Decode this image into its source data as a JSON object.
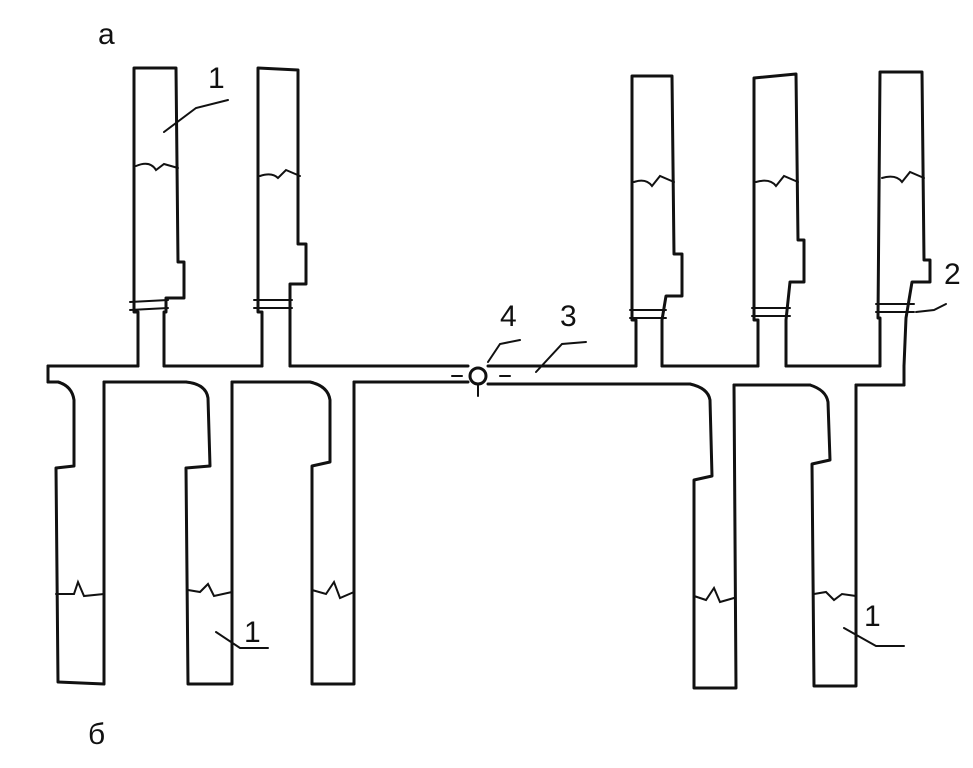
{
  "diagram": {
    "labels": {
      "panel_a": "а",
      "panel_b": "б",
      "pipe_top_left": "1",
      "pipe_bottom_left": "1",
      "pipe_bottom_right": "1",
      "clamp": "2",
      "manifold": "3",
      "valve": "4"
    }
  }
}
